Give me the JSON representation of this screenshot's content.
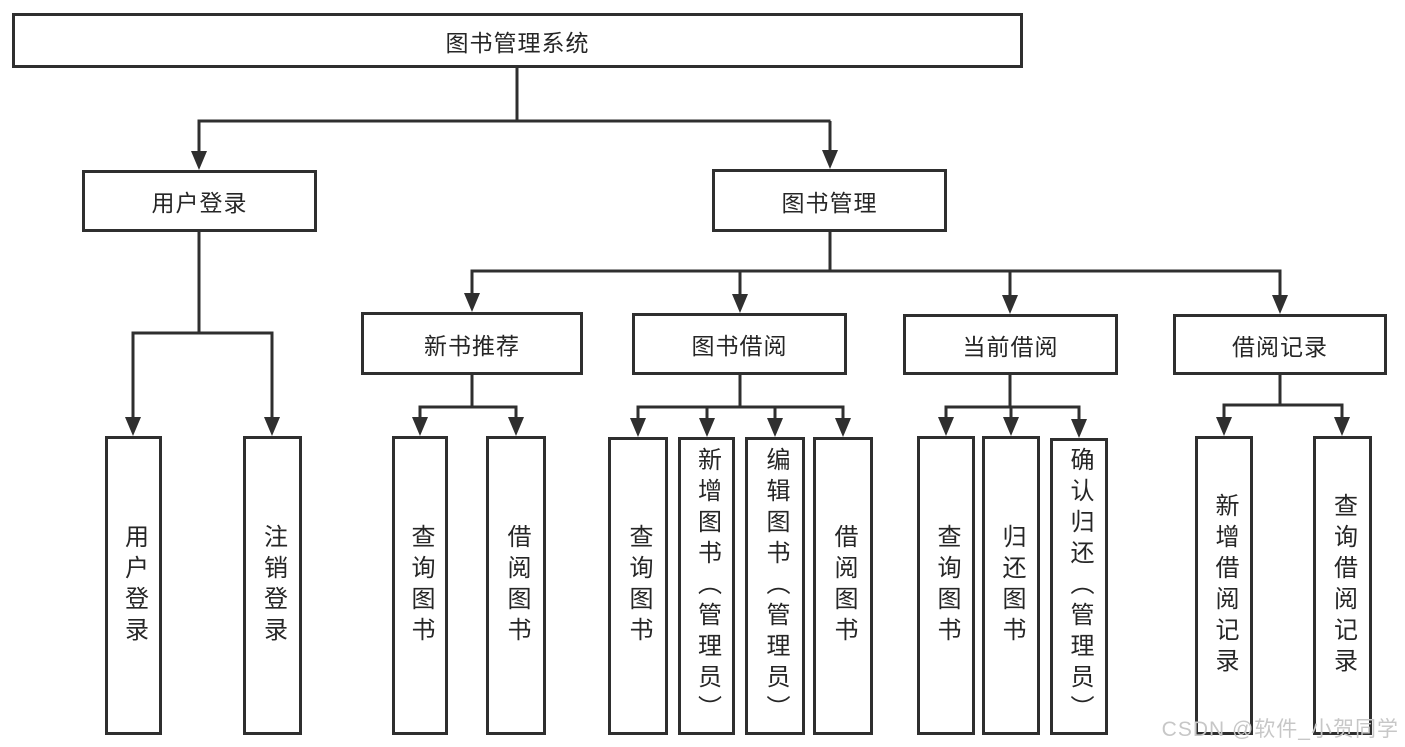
{
  "diagram": {
    "title": "图书管理系统",
    "type": "hierarchy-tree",
    "colors": {
      "line": "#2f2f2f",
      "box_border": "#2f2f2f",
      "box_fill": "#ffffff",
      "text": "#262626",
      "watermark": "#c7c7c7",
      "background": "#ffffff"
    },
    "tree": {
      "root": {
        "label": "图书管理系统"
      },
      "branches": [
        {
          "id": "user-login",
          "label": "用户登录"
        },
        {
          "id": "book-management",
          "label": "图书管理"
        }
      ],
      "sections": [
        {
          "id": "new-book-recommend",
          "parent": "book-management",
          "label": "新书推荐"
        },
        {
          "id": "book-borrow",
          "parent": "book-management",
          "label": "图书借阅"
        },
        {
          "id": "current-borrow",
          "parent": "book-management",
          "label": "当前借阅"
        },
        {
          "id": "borrow-records",
          "parent": "book-management",
          "label": "借阅记录"
        }
      ],
      "leaves": [
        {
          "parent": "user-login",
          "label": "用户登录"
        },
        {
          "parent": "user-login",
          "label": "注销登录"
        },
        {
          "parent": "new-book-recommend",
          "label": "查询图书"
        },
        {
          "parent": "new-book-recommend",
          "label": "借阅图书"
        },
        {
          "parent": "book-borrow",
          "label": "查询图书"
        },
        {
          "parent": "book-borrow",
          "label": "新增图书（管理员）"
        },
        {
          "parent": "book-borrow",
          "label": "编辑图书（管理员）"
        },
        {
          "parent": "book-borrow",
          "label": "借阅图书"
        },
        {
          "parent": "current-borrow",
          "label": "查询图书"
        },
        {
          "parent": "current-borrow",
          "label": "归还图书"
        },
        {
          "parent": "current-borrow",
          "label": "确认归还（管理员）"
        },
        {
          "parent": "borrow-records",
          "label": "新增借阅记录"
        },
        {
          "parent": "borrow-records",
          "label": "查询借阅记录"
        }
      ]
    },
    "watermark": "CSDN @软件_小贺同学"
  }
}
